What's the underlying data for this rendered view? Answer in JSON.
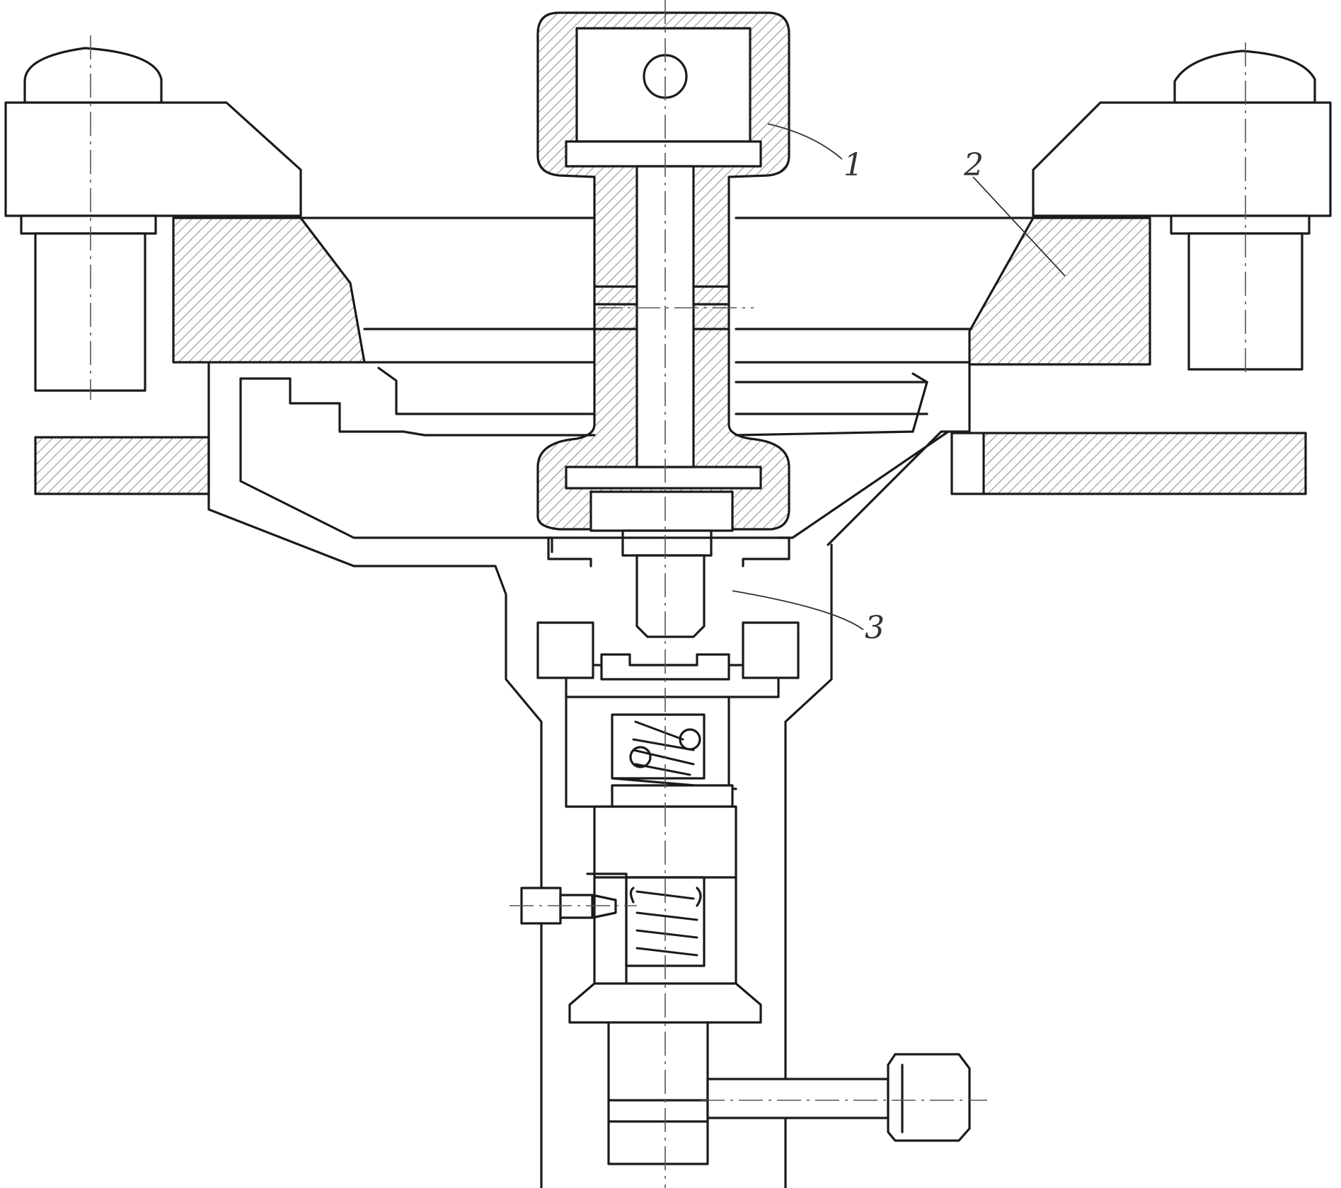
{
  "labels": {
    "part_1": "1",
    "part_2": "2",
    "part_3": "3"
  },
  "colors": {
    "line": "#1a1a1a",
    "hatch": "#6b6b6b",
    "background": "#ffffff"
  }
}
